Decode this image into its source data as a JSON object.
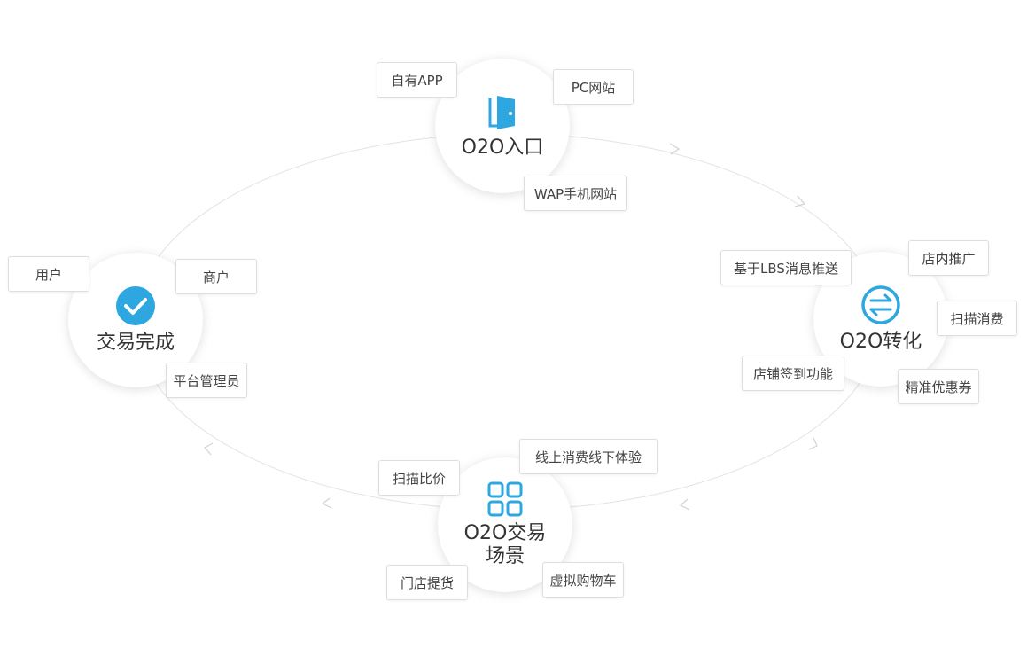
{
  "hubs": {
    "entry": {
      "title": "O2O入口",
      "icon": "door-icon"
    },
    "conversion": {
      "title": "O2O转化",
      "icon": "exchange-arrows-icon"
    },
    "scene": {
      "title_line1": "O2O交易",
      "title_line2": "场景",
      "icon": "grid-icon"
    },
    "done": {
      "title": "交易完成",
      "icon": "check-circle-icon"
    }
  },
  "tags": {
    "own_app": "自有APP",
    "pc_site": "PC网站",
    "wap_site": "WAP手机网站",
    "lbs_push": "基于LBS消息推送",
    "store_promo": "店内推广",
    "scan_consume": "扫描消费",
    "checkin": "店铺签到功能",
    "coupon": "精准优惠券",
    "online_offline": "线上消费线下体验",
    "scan_compare": "扫描比价",
    "store_pickup": "门店提货",
    "virtual_cart": "虚拟购物车",
    "user": "用户",
    "merchant": "商户",
    "admin": "平台管理员"
  },
  "colors": {
    "accent": "#2ea7e0",
    "ring": "#e3e3e3",
    "text": "#333333"
  }
}
